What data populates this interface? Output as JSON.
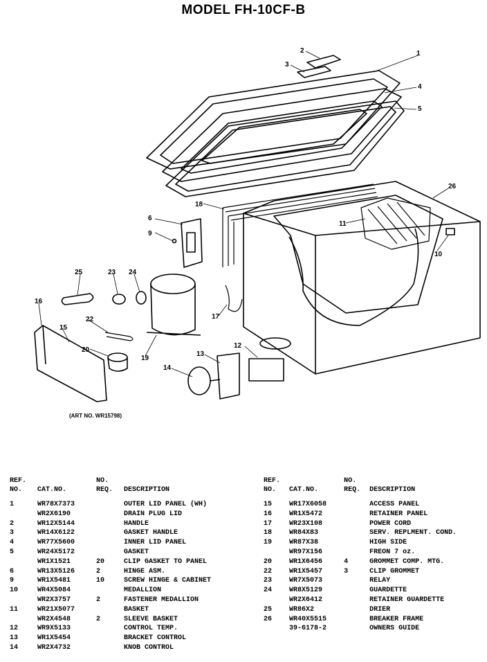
{
  "title": "MODEL FH-10CF-B",
  "art_no": "(ART NO. WR15798)",
  "callouts": [
    "1",
    "2",
    "3",
    "4",
    "5",
    "6",
    "9",
    "10",
    "11",
    "12",
    "13",
    "14",
    "15",
    "16",
    "17",
    "18",
    "19",
    "20",
    "22",
    "23",
    "24",
    "25",
    "26"
  ],
  "table": {
    "headers": {
      "ref_line1": "REF.",
      "ref_line2": "NO.",
      "cat": "CAT.NO.",
      "req_line1": "NO.",
      "req_line2": "REQ.",
      "desc": "DESCRIPTION"
    },
    "left": [
      {
        "ref": "1",
        "cat": "WR78X7373",
        "req": "",
        "desc": "OUTER LID PANEL (WH)"
      },
      {
        "ref": "",
        "cat": "WR2X6190",
        "req": "",
        "desc": "DRAIN PLUG LID"
      },
      {
        "ref": "2",
        "cat": "WR12X5144",
        "req": "",
        "desc": "HANDLE"
      },
      {
        "ref": "3",
        "cat": "WR14X6122",
        "req": "",
        "desc": "GASKET HANDLE"
      },
      {
        "ref": "4",
        "cat": "WR77X5600",
        "req": "",
        "desc": "INNER LID PANEL"
      },
      {
        "ref": "5",
        "cat": "WR24X5172",
        "req": "",
        "desc": "GASKET"
      },
      {
        "ref": "",
        "cat": "WR1X1521",
        "req": "20",
        "desc": "CLIP GASKET TO PANEL"
      },
      {
        "ref": "6",
        "cat": "WR13X5126",
        "req": "2",
        "desc": "HINGE ASM."
      },
      {
        "ref": "9",
        "cat": "WR1X5481",
        "req": "10",
        "desc": "SCREW HINGE & CABINET"
      },
      {
        "ref": "10",
        "cat": "WR4X5084",
        "req": "",
        "desc": "MEDALLION"
      },
      {
        "ref": "",
        "cat": "WR2X3757",
        "req": "2",
        "desc": "FASTENER MEDALLION"
      },
      {
        "ref": "11",
        "cat": "WR21X5077",
        "req": "",
        "desc": "BASKET"
      },
      {
        "ref": "",
        "cat": "WR2X4548",
        "req": "2",
        "desc": "SLEEVE BASKET"
      },
      {
        "ref": "12",
        "cat": "WR9X5133",
        "req": "",
        "desc": "CONTROL TEMP."
      },
      {
        "ref": "13",
        "cat": "WR1X5454",
        "req": "",
        "desc": "BRACKET CONTROL"
      },
      {
        "ref": "14",
        "cat": "WR2X4732",
        "req": "",
        "desc": "KNOB CONTROL"
      }
    ],
    "right": [
      {
        "ref": "15",
        "cat": "WR17X6058",
        "req": "",
        "desc": "ACCESS PANEL"
      },
      {
        "ref": "16",
        "cat": "WR1X5472",
        "req": "",
        "desc": "RETAINER PANEL"
      },
      {
        "ref": "17",
        "cat": "WR23X108",
        "req": "",
        "desc": "POWER CORD"
      },
      {
        "ref": "18",
        "cat": "WR84X83",
        "req": "",
        "desc": "SERV. REPLMENT. COND."
      },
      {
        "ref": "19",
        "cat": "WR87X38",
        "req": "",
        "desc": "HIGH SIDE"
      },
      {
        "ref": "",
        "cat": "WR97X156",
        "req": "",
        "desc": "FREON 7 oz."
      },
      {
        "ref": "20",
        "cat": "WR1X6456",
        "req": "4",
        "desc": "GROMMET COMP. MTG."
      },
      {
        "ref": "22",
        "cat": "WR1X5457",
        "req": "3",
        "desc": "CLIP GROMMET"
      },
      {
        "ref": "23",
        "cat": "WR7X5073",
        "req": "",
        "desc": "RELAY"
      },
      {
        "ref": "24",
        "cat": "WR8X5129",
        "req": "",
        "desc": "GUARDETTE"
      },
      {
        "ref": "",
        "cat": "WR2X6412",
        "req": "",
        "desc": "RETAINER GUARDETTE"
      },
      {
        "ref": "25",
        "cat": "WR86X2",
        "req": "",
        "desc": "DRIER"
      },
      {
        "ref": "26",
        "cat": "WR40X5515",
        "req": "",
        "desc": "BREAKER FRAME"
      },
      {
        "ref": "",
        "cat": "39-6178-2",
        "req": "",
        "desc": "OWNERS GUIDE"
      }
    ]
  }
}
